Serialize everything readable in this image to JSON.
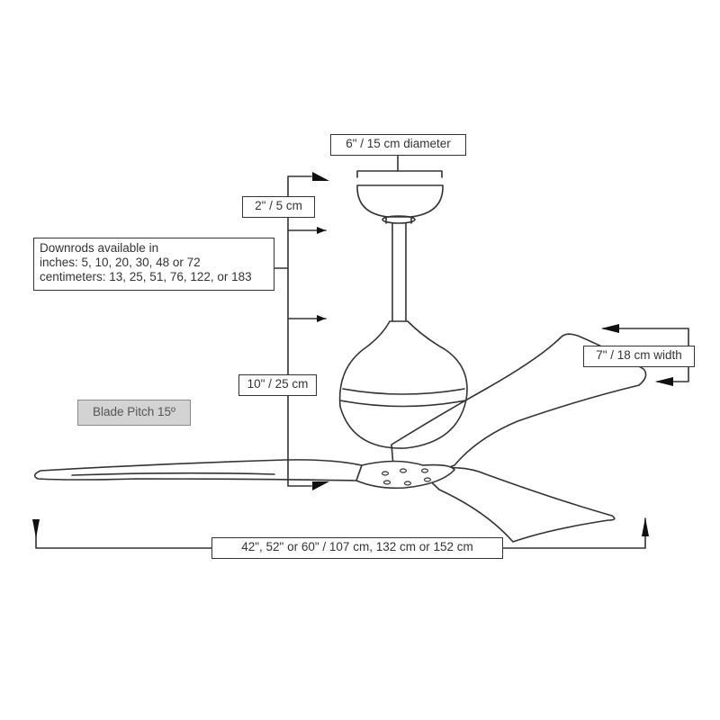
{
  "labels": {
    "canopy_diameter": "6\" / 15 cm diameter",
    "canopy_height": "2\" / 5 cm",
    "downrods": {
      "line1": "Downrods available in",
      "line2": "inches: 5, 10, 20, 30, 48 or 72",
      "line3": "centimeters: 13, 25, 51, 76, 122, or 183"
    },
    "motor_height": "10\" / 25 cm",
    "blade_width": "7\" / 18 cm width",
    "blade_pitch": "Blade Pitch 15º",
    "fan_span": "42\", 52\" or 60\" / 107 cm, 132  cm or 152 cm"
  },
  "colors": {
    "line": "#333333",
    "pitch_bg": "#d3d3d3",
    "pitch_text": "#555555"
  }
}
